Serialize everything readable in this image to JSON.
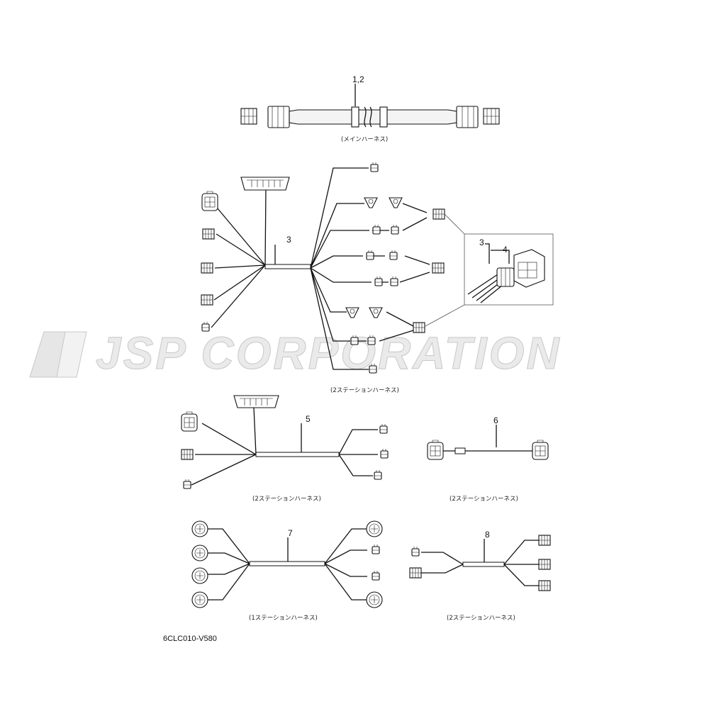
{
  "part_labels": {
    "p12": "1,2",
    "p3": "3",
    "p3_inset": "3",
    "p4_inset": "4",
    "p5": "5",
    "p6": "6",
    "p7": "7",
    "p8": "8"
  },
  "captions": {
    "main_harness": "(メインハーネス)",
    "harness_3": "(2ステーションハーネス)",
    "harness_5": "(2ステーションハーネス)",
    "harness_6": "(2ステーションハーネス)",
    "harness_7": "(1ステーションハーネス)",
    "harness_8": "(2ステーションハーネス)"
  },
  "drawing_code": "6CLC010-V580",
  "watermark": "JSP CORPORATION",
  "colors": {
    "line": "#111111",
    "watermark": "#d9d9d9",
    "background": "#ffffff"
  }
}
